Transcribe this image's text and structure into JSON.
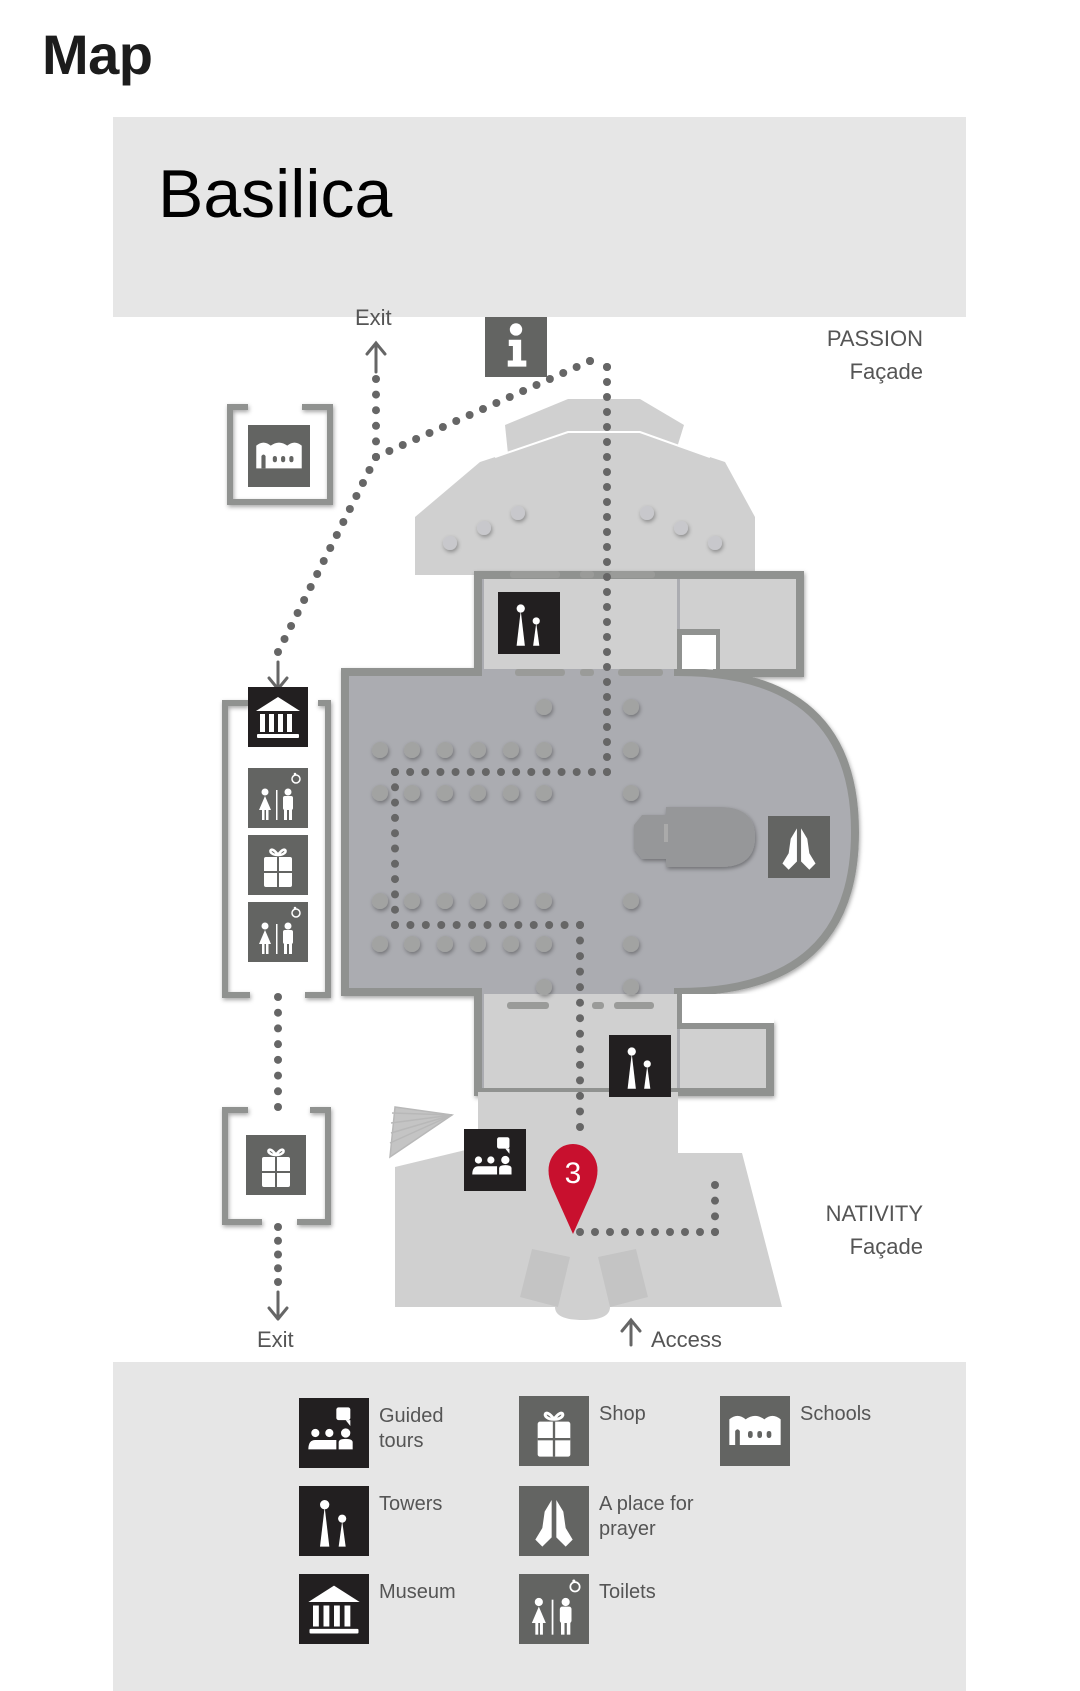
{
  "page": {
    "title": "Map"
  },
  "header": {
    "title": "Basilica"
  },
  "map": {
    "labels": {
      "exit_top": "Exit",
      "exit_bottom": "Exit",
      "access": "Access",
      "passion_line1": "PASSION",
      "passion_line2": "Façade",
      "nativity_line1": "NATIVITY",
      "nativity_line2": "Façade"
    },
    "marker": {
      "number": "3",
      "color": "#c8102e"
    },
    "icons_on_map": [
      "info",
      "schools",
      "museum",
      "toilets",
      "shop",
      "toilets",
      "shop",
      "towers",
      "towers",
      "prayer",
      "guided-tours"
    ]
  },
  "legend": {
    "items": [
      {
        "icon": "guided-tours",
        "label": "Guided tours",
        "variant": "dark"
      },
      {
        "icon": "shop",
        "label": "Shop",
        "variant": "gray"
      },
      {
        "icon": "schools",
        "label": "Schools",
        "variant": "gray"
      },
      {
        "icon": "towers",
        "label": "Towers",
        "variant": "dark"
      },
      {
        "icon": "prayer",
        "label": "A place for prayer",
        "variant": "gray"
      },
      {
        "icon": "museum",
        "label": "Museum",
        "variant": "dark"
      },
      {
        "icon": "toilets",
        "label": "Toilets",
        "variant": "gray"
      }
    ]
  },
  "colors": {
    "dark_icon_bg": "#221f20",
    "gray_icon_bg": "#636462",
    "floor_light": "#d0d0d0",
    "floor_dark": "#abacb1",
    "wall": "#909290",
    "path_dots": "#666666",
    "marker_red": "#c8102e"
  }
}
